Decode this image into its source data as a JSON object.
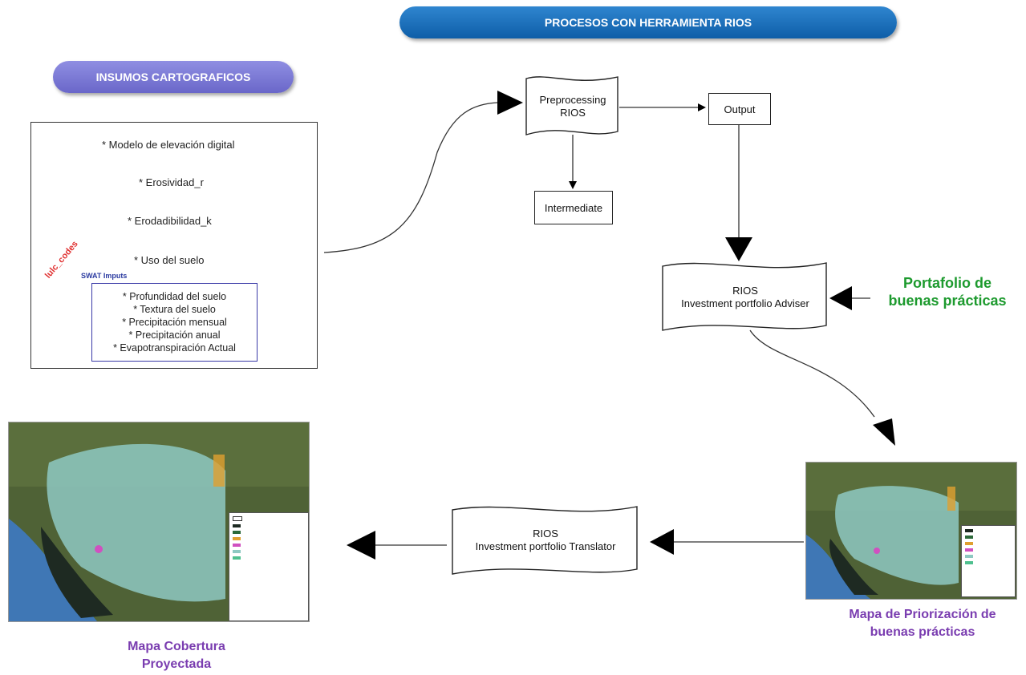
{
  "header": {
    "rios_title": "PROCESOS CON HERRAMIENTA RIOS",
    "insumos_title": "INSUMOS CARTOGRAFICOS"
  },
  "inputs": {
    "items": [
      "* Modelo de elevación digital",
      "* Erosividad_r",
      "* Erodadibilidad_k",
      "* Uso del suelo"
    ],
    "lulc_label": "lulc_codes",
    "swat_label": "SWAT Imputs",
    "swat_items": [
      "* Profundidad del suelo",
      "* Textura del suelo",
      "* Precipitación mensual",
      "* Precipitación anual",
      "* Evapotranspiración Actual"
    ]
  },
  "process": {
    "preprocessing": [
      "Preprocessing",
      "RIOS"
    ],
    "output": "Output",
    "intermediate": "Intermediate",
    "adviser": [
      "RIOS",
      "Investment portfolio Adviser"
    ],
    "translator": [
      "RIOS",
      "Investment portfolio Translator"
    ]
  },
  "captions": {
    "portafolio": [
      "Portafolio de",
      "buenas prácticas"
    ],
    "mapa_priorizacion": [
      "Mapa de Priorización de",
      "buenas prácticas"
    ],
    "mapa_cobertura": [
      "Mapa Cobertura",
      "Proyectada"
    ]
  },
  "colors": {
    "rios_pill": "#1a6fbd",
    "insumos_pill": "#7b78d6",
    "green_caption": "#1d9a2e",
    "purple_caption": "#7a3db0",
    "lulc": "#e03030"
  }
}
